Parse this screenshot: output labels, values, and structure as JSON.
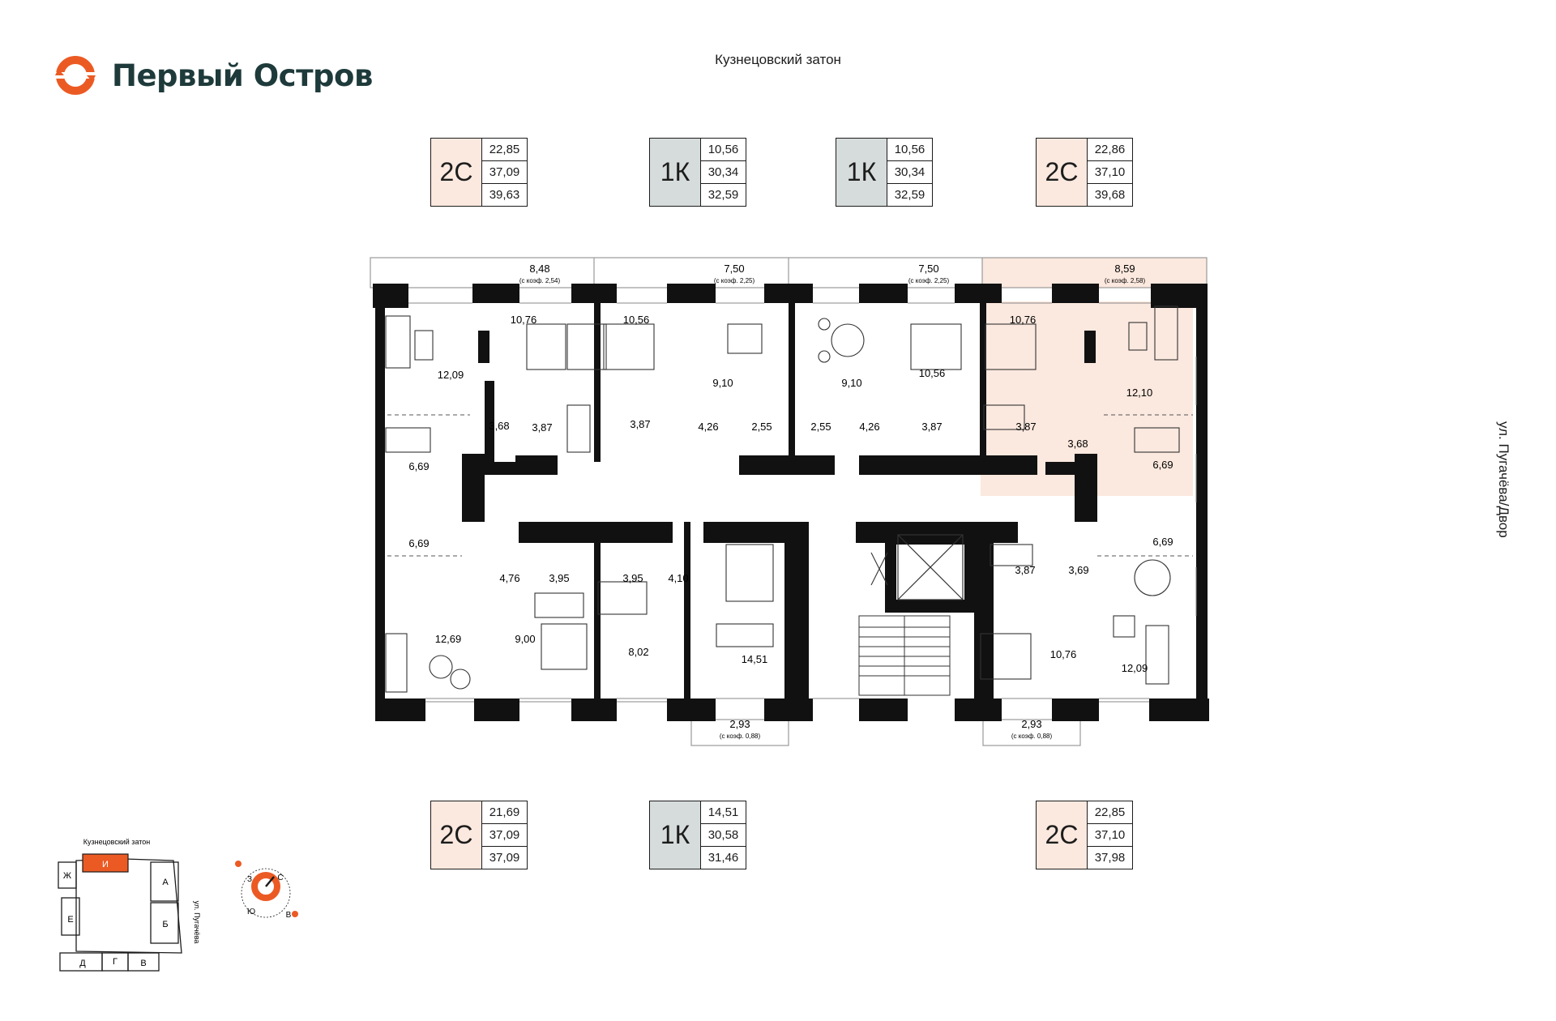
{
  "brand": {
    "name": "Первый Остров",
    "accent": "#ec5a24",
    "text_color": "#1e3a3a"
  },
  "labels": {
    "top": "Кузнецовский затон",
    "side": "ул. Пугачёва/Двор"
  },
  "colors": {
    "highlight": "#fbe8de",
    "one_room": "#d6dcdb",
    "wall": "#111111"
  },
  "cards_top": [
    {
      "type": "2С",
      "v1": "22,85",
      "v2": "37,09",
      "v3": "39,63"
    },
    {
      "type": "1К",
      "v1": "10,56",
      "v2": "30,34",
      "v3": "32,59"
    },
    {
      "type": "1К",
      "v1": "10,56",
      "v2": "30,34",
      "v3": "32,59"
    },
    {
      "type": "2С",
      "v1": "22,86",
      "v2": "37,10",
      "v3": "39,68"
    }
  ],
  "cards_bottom": [
    {
      "type": "2С",
      "v1": "21,69",
      "v2": "37,09",
      "v3": "37,09"
    },
    {
      "type": "1К",
      "v1": "14,51",
      "v2": "30,58",
      "v3": "31,46"
    },
    {
      "type": "2С",
      "v1": "22,85",
      "v2": "37,10",
      "v3": "37,98"
    }
  ],
  "balconies": [
    {
      "area": "8,48",
      "coef": "(с коэф. 2,54)"
    },
    {
      "area": "7,50",
      "coef": "(с коэф. 2,25)"
    },
    {
      "area": "7,50",
      "coef": "(с коэф. 2,25)"
    },
    {
      "area": "8,59",
      "coef": "(с коэф. 2,58)"
    },
    {
      "area": "2,93",
      "coef": "(с коэф. 0,88)"
    },
    {
      "area": "2,93",
      "coef": "(с коэф. 0,88)"
    }
  ],
  "rooms": {
    "r1": "10,76",
    "r2": "12,09",
    "r3": "3,68",
    "r4": "3,87",
    "r5": "6,69",
    "r6": "10,56",
    "r7": "3,87",
    "r8": "9,10",
    "r9": "4,26",
    "r10": "2,55",
    "r11": "2,55",
    "r12": "9,10",
    "r13": "4,26",
    "r14": "10,56",
    "r15": "3,87",
    "r16": "10,76",
    "r17": "3,87",
    "r18": "3,68",
    "r19": "12,10",
    "r20": "6,69",
    "r21": "6,69",
    "r22": "4,76",
    "r23": "12,69",
    "r24": "3,95",
    "r25": "9,00",
    "r26": "3,95",
    "r27": "4,10",
    "r28": "8,02",
    "r29": "14,51",
    "r30": "3,87",
    "r31": "3,69",
    "r32": "6,69",
    "r33": "10,76",
    "r34": "12,09"
  },
  "keyplan": {
    "title": "Кузнецовский затон",
    "street": "ул. Пугачёва",
    "sections": [
      "Ж",
      "И",
      "А",
      "Е",
      "Б",
      "Д",
      "Г",
      "В"
    ],
    "active": "И"
  },
  "compass": {
    "n": "С",
    "s": "Ю",
    "w": "З",
    "e": "В"
  }
}
